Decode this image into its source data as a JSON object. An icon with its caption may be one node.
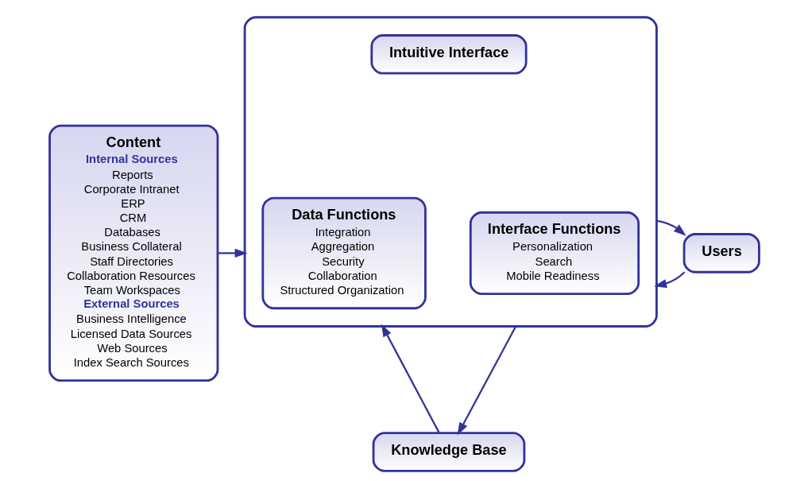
{
  "diagram": {
    "nodes": [
      {
        "text": [
          "Content",
          "Internal Sources",
          "Reports",
          "Corporate Intranet",
          "ERP",
          "CRM",
          "Databases",
          "Business Collateral",
          "Staff Directories",
          "Collaboration Resources",
          "Team Workspaces",
          "External Sources",
          "Business Intelligence",
          "Licensed Data Sources",
          "Web Sources",
          "Index Search Sources"
        ]
      },
      {
        "text": [],
        "shape": "box"
      },
      {
        "text": [
          "Intuitive Interface"
        ],
        "in": 1
      },
      {
        "text": [
          "Data Functions",
          "Integration",
          "Aggregation",
          "Security",
          "Collaboration",
          "Structured Organization"
        ],
        "in": 1
      },
      {
        "text": [
          "Interface Functions",
          "Personalization",
          "Search",
          "Mobile Readiness"
        ],
        "in": 1
      },
      {
        "text": [
          "Users"
        ]
      },
      {
        "text": [
          "Knowledge Base"
        ]
      }
    ],
    "edges": [
      {
        "from": 0,
        "to": 1,
        "arrow": "to"
      },
      {
        "from": 1,
        "to": 5,
        "arrow": "to"
      },
      {
        "from": 5,
        "to": 1,
        "arrow": "to"
      },
      {
        "from": 1,
        "to": 6,
        "arrow": "to"
      },
      {
        "from": 6,
        "to": 1,
        "arrow": "to"
      }
    ]
  }
}
